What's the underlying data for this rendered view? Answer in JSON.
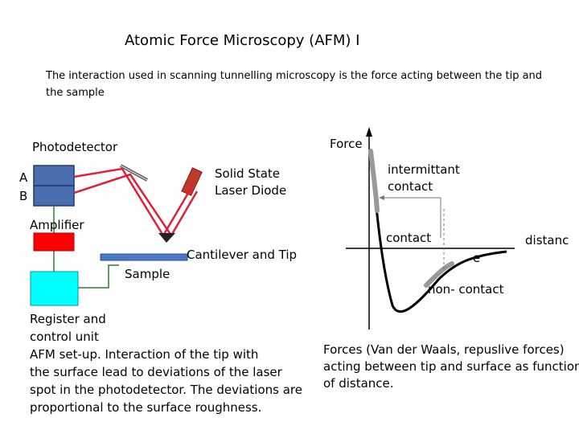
{
  "title": "Atomic Force  Microscopy (AFM) I",
  "intro": "The interaction used in scanning tunnelling microscopy is the force acting between the tip and the sample",
  "setup": {
    "photodetector": "Photodetector",
    "a": "A",
    "b": "B",
    "laser": [
      "Solid State",
      "Laser Diode"
    ],
    "amplifier": "Amplifier",
    "cantilever": "Cantilever and Tip",
    "sample": "Sample",
    "register": [
      "Register and",
      "control unit"
    ],
    "caption": [
      "AFM set-up. Interaction of the tip with",
      "the surface lead to deviations of the laser",
      "spot in the  photodetector. The deviations are",
      "proportional to the surface roughness."
    ]
  },
  "force_plot": {
    "y_label": "Force",
    "x_label_part1": "distanc",
    "x_label_part2": "e",
    "intermittant": [
      "intermittant",
      "contact"
    ],
    "contact": "contact",
    "noncontact": "non- contact",
    "caption": [
      "Forces (Van der Waals, repuslive forces)",
      " acting between tip and surface as function",
      "of distance."
    ]
  },
  "colors": {
    "detector_blue": "#4a6fb0",
    "amplifier_red": "#ff0000",
    "unit_cyan": "#00ffff",
    "laser_red": "#e0203a",
    "cantilever_blue": "#4a79c8",
    "green_wire": "#2e7d32"
  }
}
